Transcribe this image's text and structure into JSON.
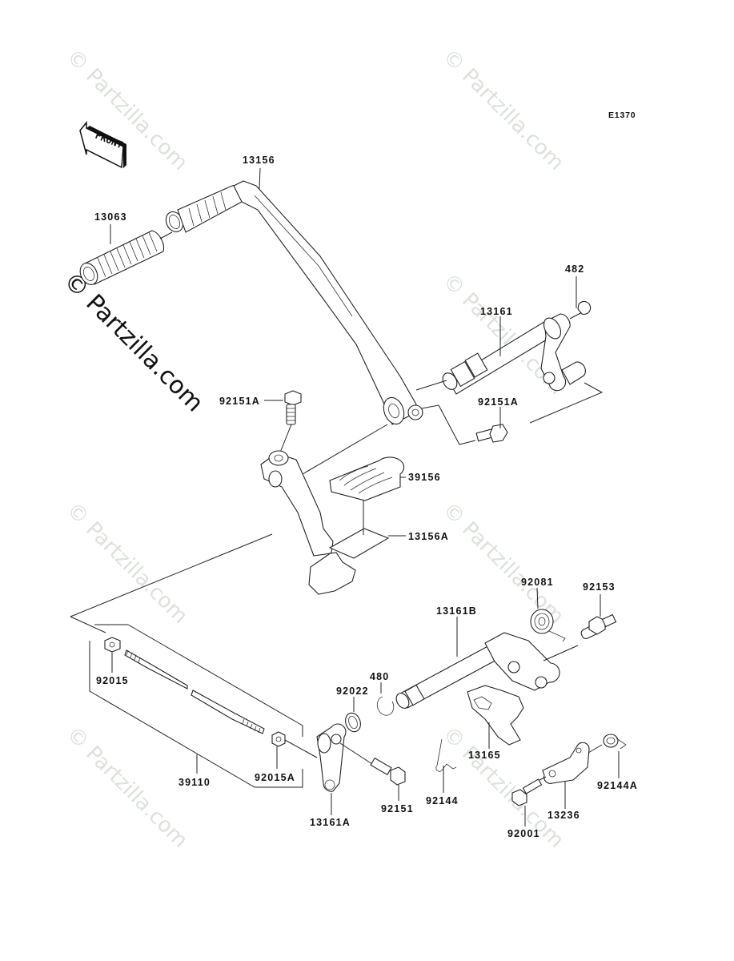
{
  "diagram": {
    "ref_code": "E1370",
    "front_indicator": "FRONT",
    "watermark_text": "© Partzilla.com",
    "labels": {
      "p13156": "13156",
      "p13063": "13063",
      "p482": "482",
      "p13161": "13161",
      "p92151A_top": "92151A",
      "p92151A_left": "92151A",
      "p39156": "39156",
      "p13156A": "13156A",
      "p92081": "92081",
      "p92153": "92153",
      "p13161B": "13161B",
      "p480": "480",
      "p92022": "92022",
      "p92015": "92015",
      "p13165": "13165",
      "p39110": "39110",
      "p92015A": "92015A",
      "p92144": "92144",
      "p92144A": "92144A",
      "p92151": "92151",
      "p13161A": "13161A",
      "p13236": "13236",
      "p92001": "92001"
    }
  }
}
